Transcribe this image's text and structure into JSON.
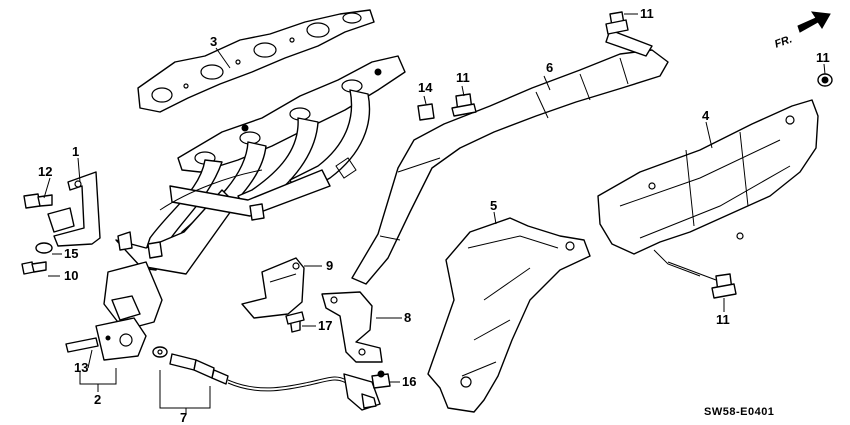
{
  "direction_marker": {
    "label": "FR.",
    "icon": "front-arrow-icon"
  },
  "diagram_code": "SW58-E0401",
  "callouts": {
    "c1": "1",
    "c2": "2",
    "c3": "3",
    "c4": "4",
    "c5": "5",
    "c6": "6",
    "c7": "7",
    "c8": "8",
    "c9": "9",
    "c10": "10",
    "c11a": "11",
    "c11b": "11",
    "c11c": "11",
    "c11d": "11",
    "c12": "12",
    "c13": "13",
    "c14": "14",
    "c15": "15",
    "c16": "16",
    "c17": "17"
  }
}
